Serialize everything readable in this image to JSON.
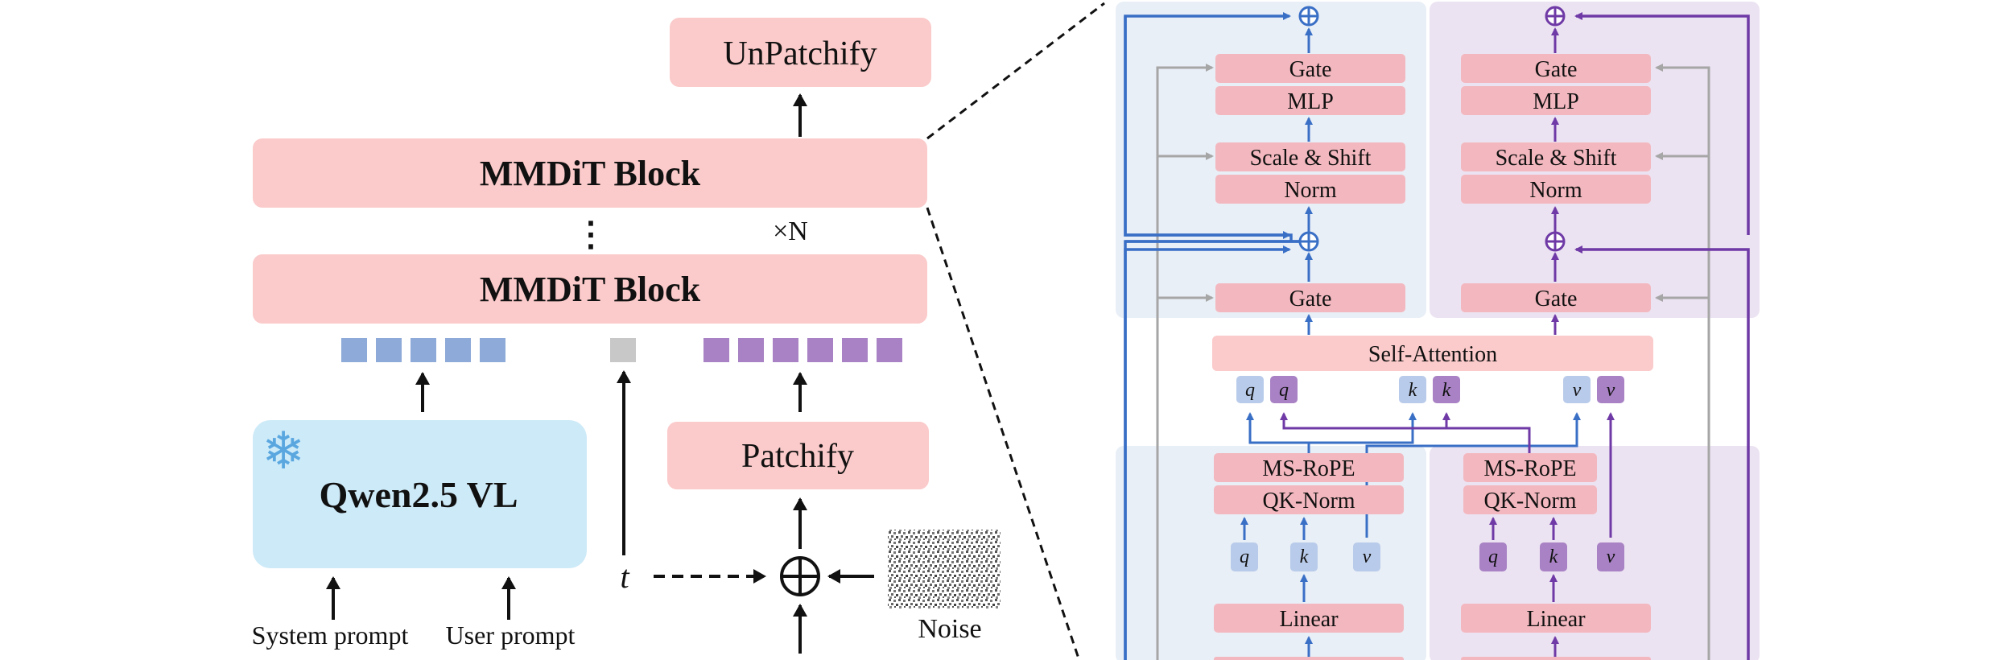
{
  "left": {
    "unpatchify": "UnPatchify",
    "mmdit_top": "MMDiT Block",
    "mmdit_bottom": "MMDiT Block",
    "vdots": "⋮",
    "times_n": "×N",
    "qwen": "Qwen2.5 VL",
    "snowflake_icon": "❄",
    "patchify": "Patchify",
    "timestep": "t",
    "oplus": "⊕",
    "noise": "Noise",
    "system_prompt": "System prompt",
    "user_prompt": "User prompt"
  },
  "right": {
    "gate": "Gate",
    "mlp": "MLP",
    "scale_shift": "Scale & Shift",
    "norm": "Norm",
    "self_attention": "Self-Attention",
    "ms_rope": "MS-RoPE",
    "qk_norm": "QK-Norm",
    "linear": "Linear",
    "q": "q",
    "k": "k",
    "v": "v",
    "oplus": "⊕"
  },
  "colors": {
    "pink_box": "#fbcaca",
    "pink_inner": "#f3b8bf",
    "qwen_blue": "#cdeaf8",
    "token_blue": "#8eaad8",
    "token_gray": "#c8c8c8",
    "token_purple": "#a882c4",
    "stream_blue": "#3a6fc6",
    "stream_purple": "#6f3aa6",
    "panel_blue": "#e9eff7",
    "panel_purple": "#ece3f2",
    "residual_gray": "#a6a6a6"
  }
}
